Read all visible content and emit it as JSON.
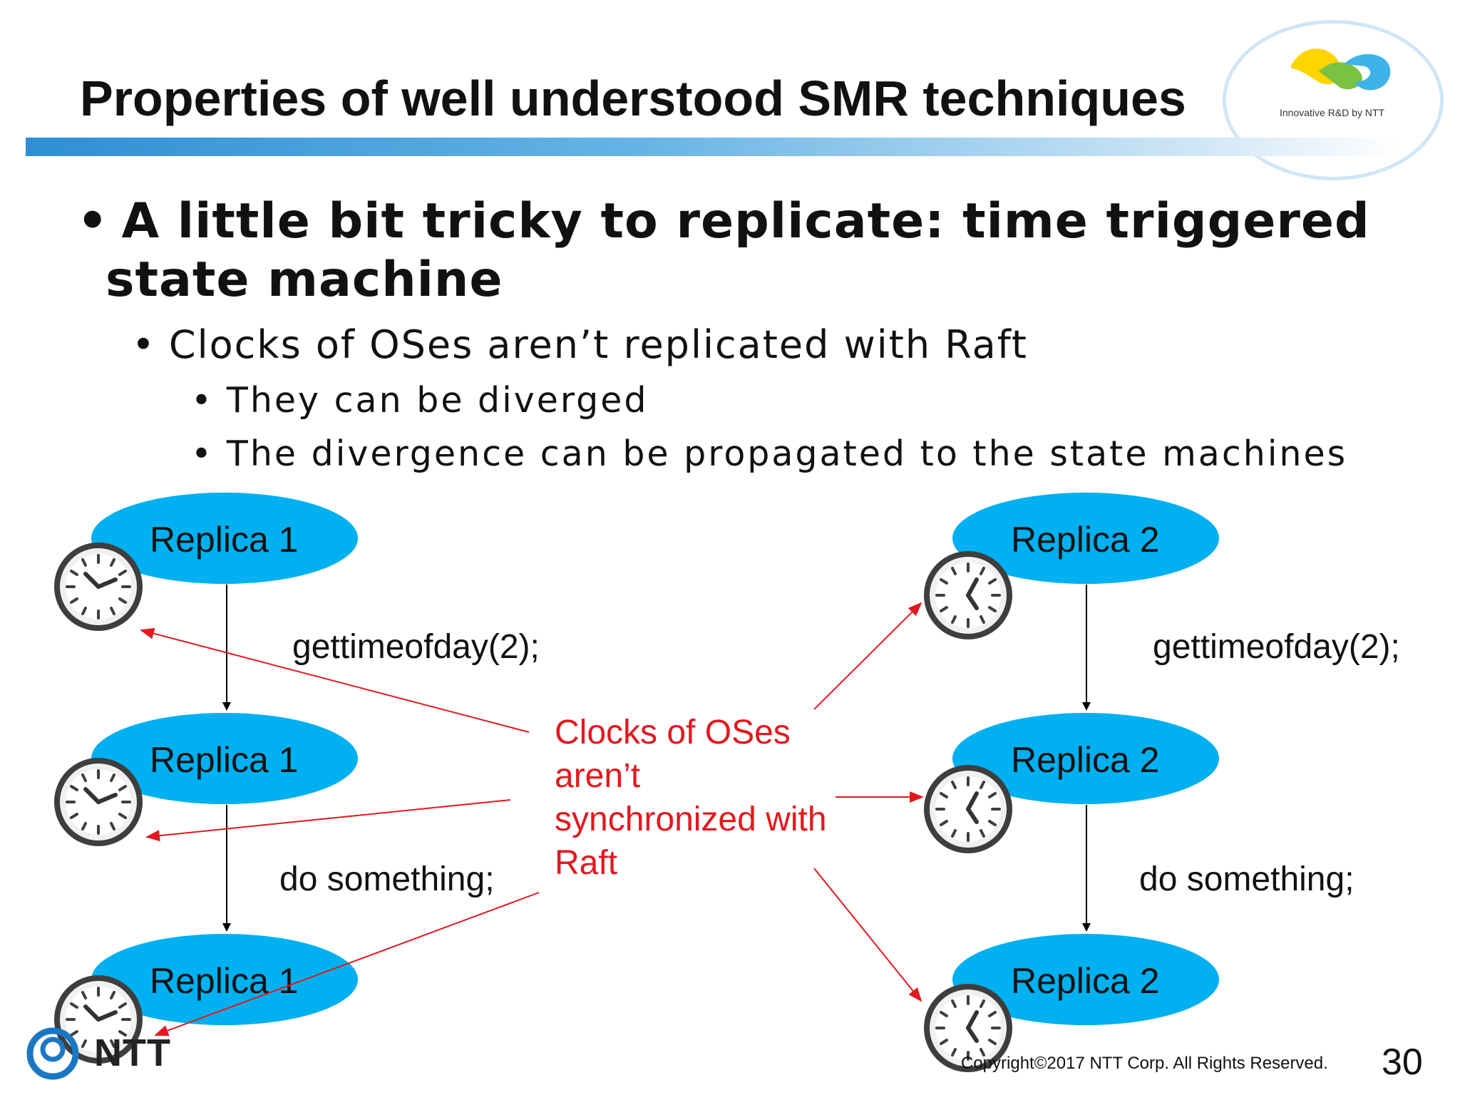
{
  "slide": {
    "title": "Properties of well understood SMR techniques",
    "logo_caption": "Innovative R&D by NTT",
    "bullets": {
      "level1_line1": "A little bit tricky to replicate: time triggered",
      "level1_line2": "state machine",
      "level2": "Clocks of OSes aren’t replicated with Raft",
      "level3": [
        "They can be diverged",
        "The divergence can be propagated to the state machines"
      ]
    },
    "diagram": {
      "left_replicas": [
        "Replica 1",
        "Replica 1",
        "Replica 1"
      ],
      "right_replicas": [
        "Replica 2",
        "Replica 2",
        "Replica 2"
      ],
      "left_steps": [
        "gettimeofday(2);",
        "do something;"
      ],
      "right_steps": [
        "gettimeofday(2);",
        "do something;"
      ],
      "annotation_lines": [
        "Clocks of OSes",
        "aren’t",
        "synchronized with",
        "Raft"
      ]
    },
    "footer": {
      "company_logo": "NTT",
      "copyright": "Copyright©2017  NTT Corp. All Rights Reserved.",
      "page_number": "30"
    },
    "colors": {
      "title_bar": "#2e8fd4",
      "ellipse": "#00b0f0",
      "annotation": "#e3181e",
      "clock_stroke": "#404040"
    }
  }
}
